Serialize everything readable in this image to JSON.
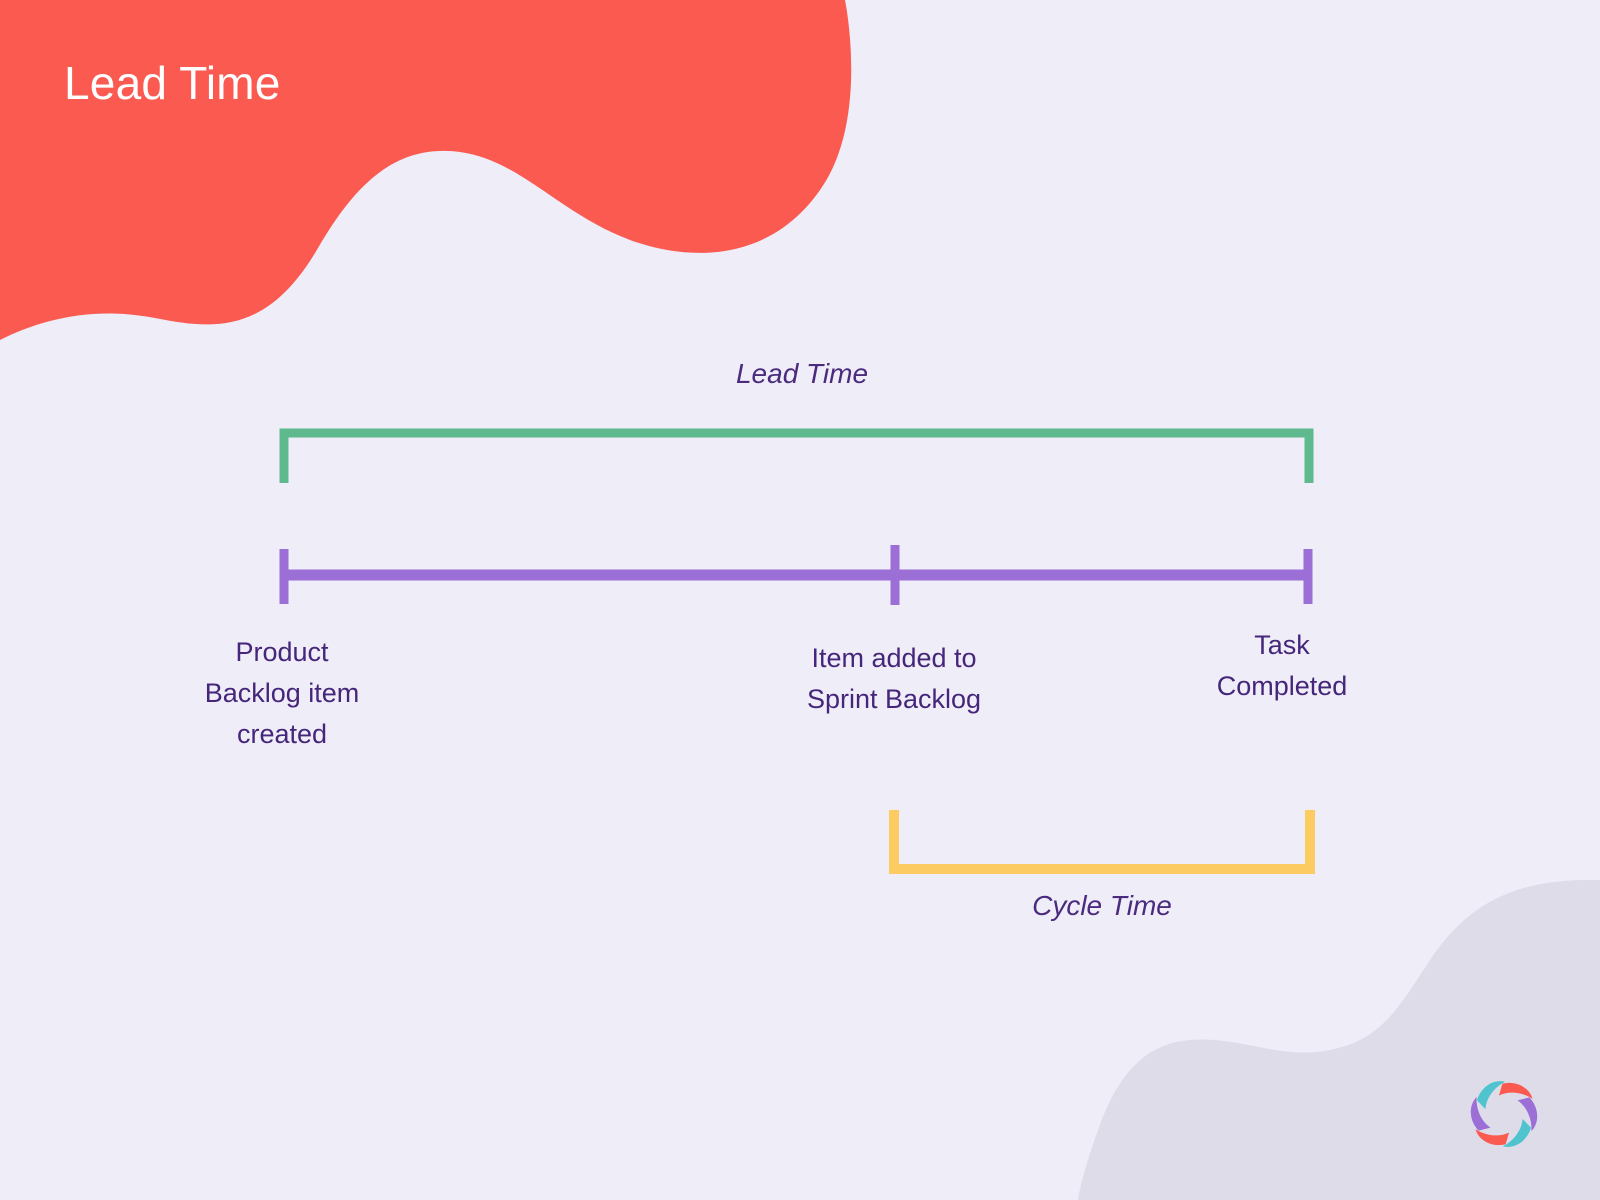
{
  "slide": {
    "title": "Lead Time",
    "background_color": "#EFEDF8",
    "title_color": "#FFFFFF",
    "accent_blob_color": "#FA5A50",
    "corner_blob_color": "#DFDCEA"
  },
  "diagram": {
    "type": "timeline-bracket",
    "brackets": [
      {
        "id": "lead-time",
        "label": "Lead Time",
        "color": "#5FB98E",
        "orientation": "down",
        "label_position": "above"
      },
      {
        "id": "cycle-time",
        "label": "Cycle Time",
        "color": "#FCCB61",
        "orientation": "up",
        "label_position": "below"
      }
    ],
    "timeline": {
      "color": "#9B6FD6",
      "milestones": [
        {
          "id": "product-backlog-item-created",
          "label": "Product\nBacklog item\ncreated"
        },
        {
          "id": "item-added-to-sprint-backlog",
          "label": "Item added to\nSprint Backlog"
        },
        {
          "id": "task-completed",
          "label": "Task\nCompleted"
        }
      ]
    }
  },
  "logo": {
    "name": "pinwheel-logo",
    "colors": [
      "#FA5A50",
      "#9B6FD6",
      "#4FC4CE"
    ]
  }
}
